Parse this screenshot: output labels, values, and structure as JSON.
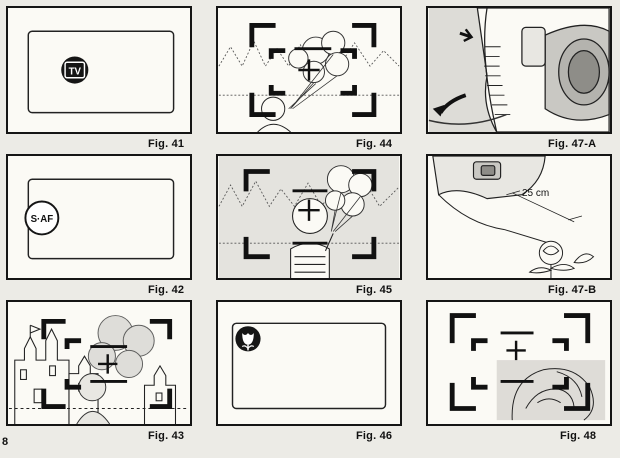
{
  "page_number": "8",
  "figures": [
    {
      "id": "fig41",
      "caption": "Fig. 41",
      "badge": "TV"
    },
    {
      "id": "fig42",
      "caption": "Fig. 42",
      "badge": "S·AF"
    },
    {
      "id": "fig43",
      "caption": "Fig. 43"
    },
    {
      "id": "fig44",
      "caption": "Fig. 44"
    },
    {
      "id": "fig45",
      "caption": "Fig. 45"
    },
    {
      "id": "fig46",
      "caption": "Fig. 46"
    },
    {
      "id": "fig47a",
      "caption": "Fig. 47-A"
    },
    {
      "id": "fig47b",
      "caption": "Fig. 47-B",
      "distance_label": "25 cm"
    },
    {
      "id": "fig48",
      "caption": "Fig. 48"
    }
  ],
  "icons": {
    "fig46": "macro-flower-icon"
  }
}
